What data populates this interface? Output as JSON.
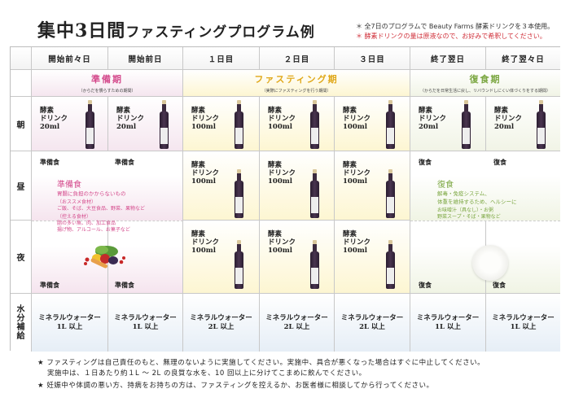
{
  "title": {
    "main": "集中3日間",
    "rest": "ファスティングプログラム例"
  },
  "notes": [
    "＊ 全7日のプログラムで Beauty Farms 酵素ドリンクを３本使用。",
    "＊ 酵素ドリンクの量は原液なので、お好みで希釈してください。"
  ],
  "colors": {
    "note_red": "#d0303a",
    "prep_pink": "#d44a8c",
    "fast_yellow": "#e0a81a",
    "recovery_green": "#7aa640"
  },
  "columns": [
    "開始前々日",
    "開始前日",
    "１日目",
    "２日目",
    "３日目",
    "終了翌日",
    "終了翌々日"
  ],
  "phases": [
    {
      "title": "準備期",
      "subtitle": "（からだを慣らすための期間）"
    },
    {
      "title": "ファスティング期",
      "subtitle": "（実際にファスティングを行う期間）"
    },
    {
      "title": "復食期",
      "subtitle": "（からだを日常生活に戻し、リバウンドしにくい体づくりをする期間）"
    }
  ],
  "rows": {
    "morning": "朝",
    "noon": "昼",
    "evening": "夜",
    "water": [
      "水",
      "分",
      "補",
      "給"
    ]
  },
  "drink": {
    "line1": "酵素",
    "line2": "ドリンク",
    "small": "20ml",
    "large": "100ml"
  },
  "meals": {
    "prep": "準備食",
    "recovery": "復食"
  },
  "prep_desc": {
    "title": "準備食",
    "lead": "胃腸に負担のかからないもの",
    "rec_head": "（おススメ食材）",
    "rec_body": "ご飯、そば、大豆食品、野菜、果物など",
    "avoid_head": "（控える食材）",
    "avoid_line1": "脂の多い魚、肉、加工食品",
    "avoid_line2": "揚げ物、アルコール、お菓子など"
  },
  "recovery_desc": {
    "title": "復食",
    "line1": "解毒・免疫システム、",
    "line2": "体重を維持するため、ヘルシーに",
    "line3": "お味噌汁（具なし）・お粥",
    "line4": "野菜スープ・そば・果物など"
  },
  "water": {
    "label": "ミネラルウォーター",
    "amounts": [
      "1L 以上",
      "1L 以上",
      "2L 以上",
      "2L 以上",
      "2L 以上",
      "1L 以上",
      "1L 以上"
    ]
  },
  "footer": [
    "★ ファスティングは自己責任のもと、無理のないように実施してください。実施中、具合が悪くなった場合はすぐに中止してください。",
    "実施中は、１日あたり約１L ～ 2L の良質な水を、10 回以上に分けてこまめに飲んでください。",
    "★ 妊娠中や体調の悪い方、持病をお持ちの方は、ファスティングを控えるか、お医者様に相談してから行ってください。"
  ]
}
